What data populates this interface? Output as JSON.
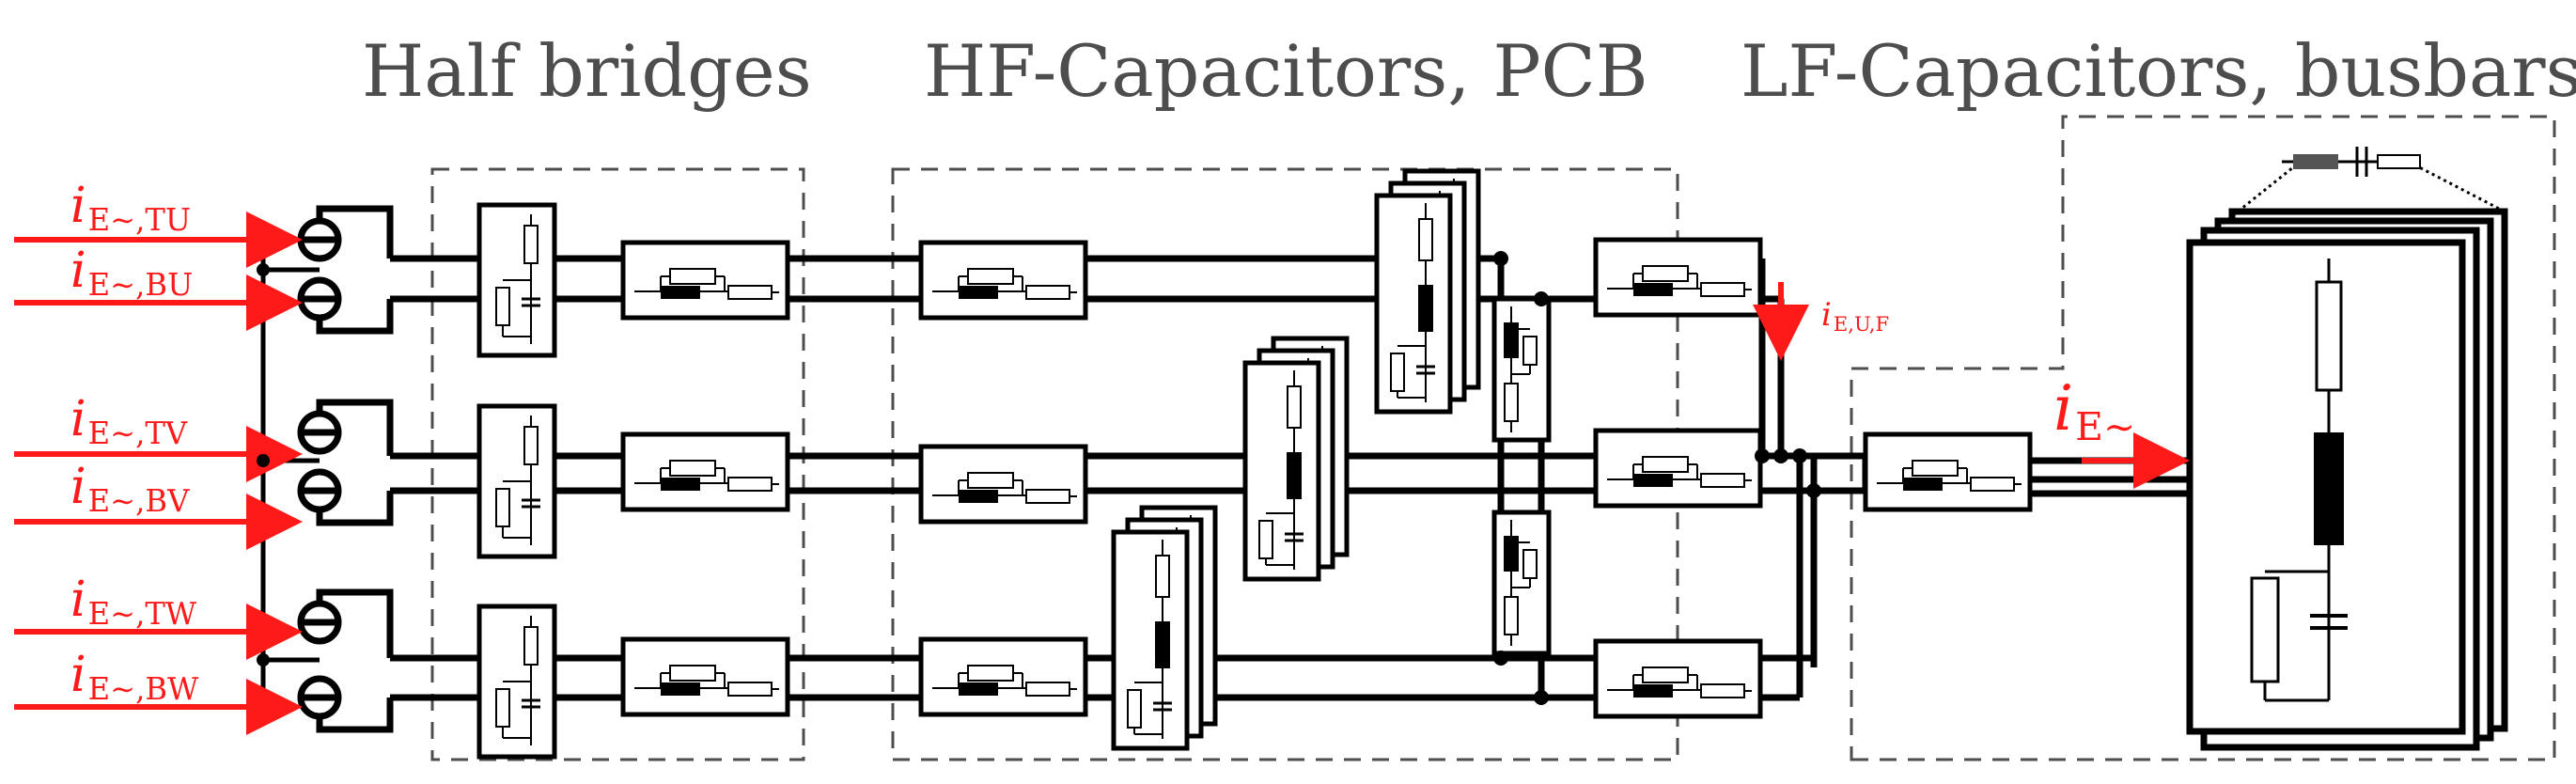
{
  "sections": {
    "half_bridges": "Half bridges",
    "hf": "HF-Capacitors, PCB",
    "lf": "LF-Capacitors, busbars"
  },
  "inputs": [
    {
      "sym": "i",
      "sub": "E∼,TU"
    },
    {
      "sym": "i",
      "sub": "E∼,BU"
    },
    {
      "sym": "i",
      "sub": "E∼,TV"
    },
    {
      "sym": "i",
      "sub": "E∼,BV"
    },
    {
      "sym": "i",
      "sub": "E∼,TW"
    },
    {
      "sym": "i",
      "sub": "E∼,BW"
    }
  ],
  "current_UF": {
    "sym": "i",
    "sub": "E,U,F"
  },
  "output_current": {
    "sym": "i",
    "sub": "E∼"
  },
  "colors": {
    "current": "#ff1a1a",
    "title": "#4d4d4d",
    "wire": "#000000",
    "dashed_box": "#4d4d4d"
  }
}
